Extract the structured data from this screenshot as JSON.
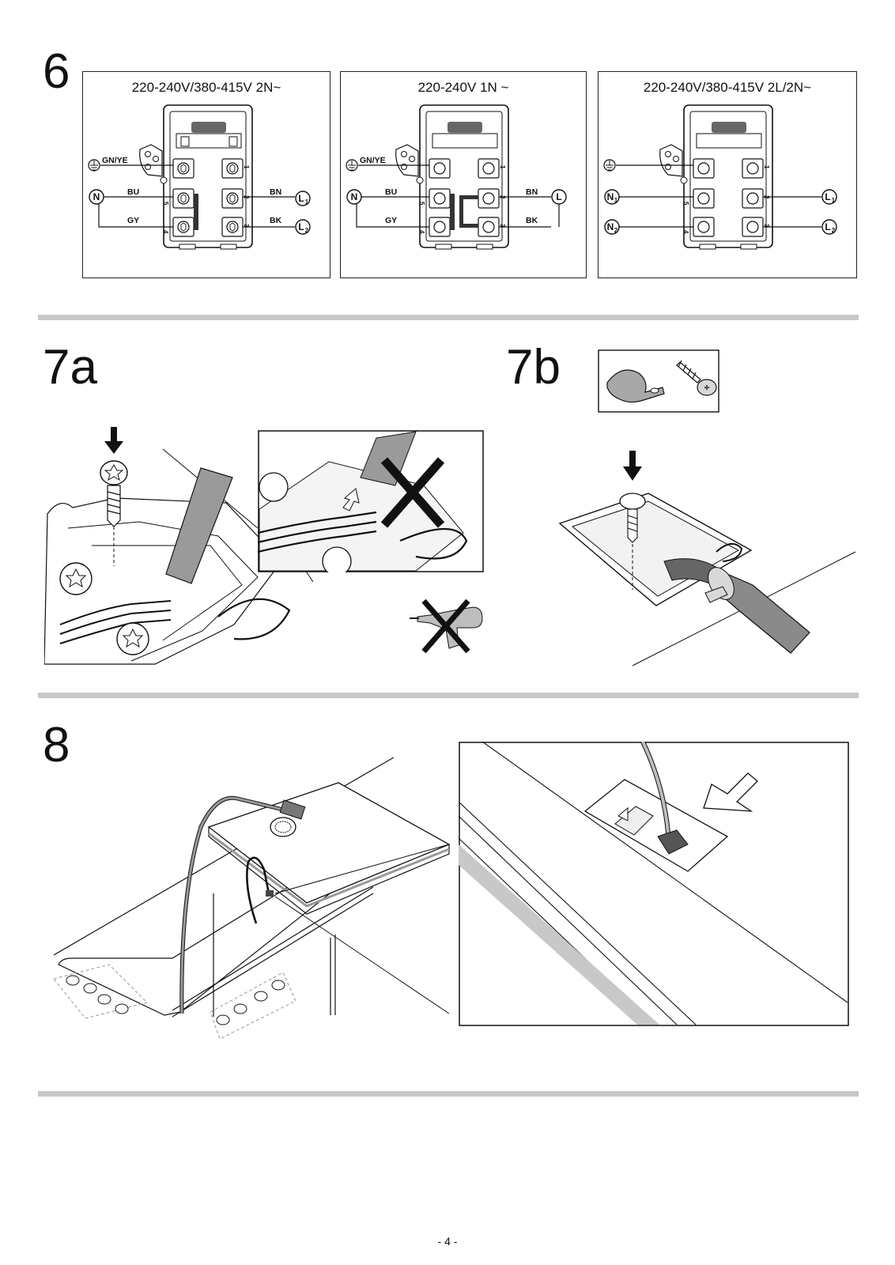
{
  "steps": {
    "step6": "6",
    "step7a": "7a",
    "step7b": "7b",
    "step8": "8"
  },
  "wiring": {
    "panels": [
      {
        "title": "220-240V/380-415V 2N~",
        "labels": {
          "earth_wire": "GN/YE",
          "n_wire": "BU",
          "n2_wire": "GY",
          "l1_wire": "BN",
          "l2_wire": "BK"
        },
        "symbols": {
          "n": "N",
          "l1": "L",
          "l1_sub": "1",
          "l2": "L",
          "l2_sub": "2"
        }
      },
      {
        "title": "220-240V 1N ~",
        "labels": {
          "earth_wire": "GN/YE",
          "n_wire": "BU",
          "n2_wire": "GY",
          "l1_wire": "BN",
          "l2_wire": "BK"
        },
        "symbols": {
          "n": "N",
          "l": "L"
        }
      },
      {
        "title": "220-240V/380-415V 2L/2N~",
        "symbols": {
          "n": "N",
          "n1_sub": "1",
          "n2_sub": "2",
          "l": "L",
          "l1_sub": "1",
          "l2_sub": "2"
        }
      }
    ],
    "terminal_numbers": [
      "1",
      "2",
      "3",
      "4",
      "5"
    ]
  },
  "footer": {
    "page_number": "- 4 -"
  },
  "colors": {
    "separator": "#c8c8c8",
    "line": "#111111",
    "shade": "#9a9a9a",
    "cross": "#111111"
  }
}
